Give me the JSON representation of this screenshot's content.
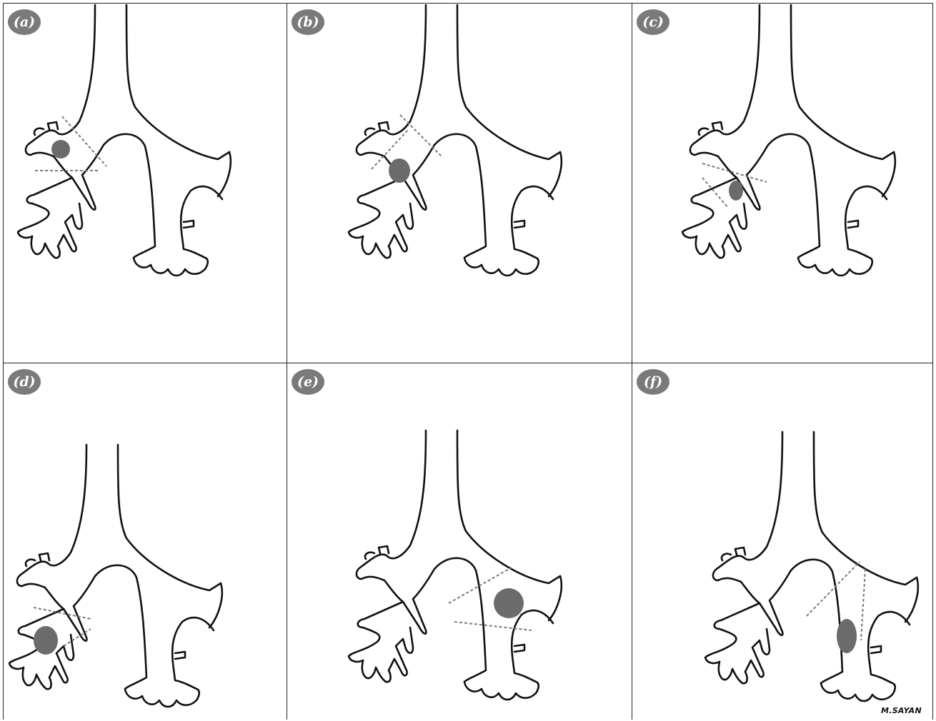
{
  "panels": [
    {
      "label": "(a)",
      "lesion_color": "#6b6b6b"
    },
    {
      "label": "(b)",
      "lesion_color": "#6b6b6b"
    },
    {
      "label": "(c)",
      "lesion_color": "#6b6b6b"
    },
    {
      "label": "(d)",
      "lesion_color": "#6b6b6b"
    },
    {
      "label": "(e)",
      "lesion_color": "#6b6b6b"
    },
    {
      "label": "(f)",
      "lesion_color": "#6b6b6b"
    }
  ],
  "signature": "M.SAYAN",
  "colors": {
    "outline": "#111111",
    "badge": "#7a7a7a",
    "cut_line": "#7a7a7a"
  }
}
